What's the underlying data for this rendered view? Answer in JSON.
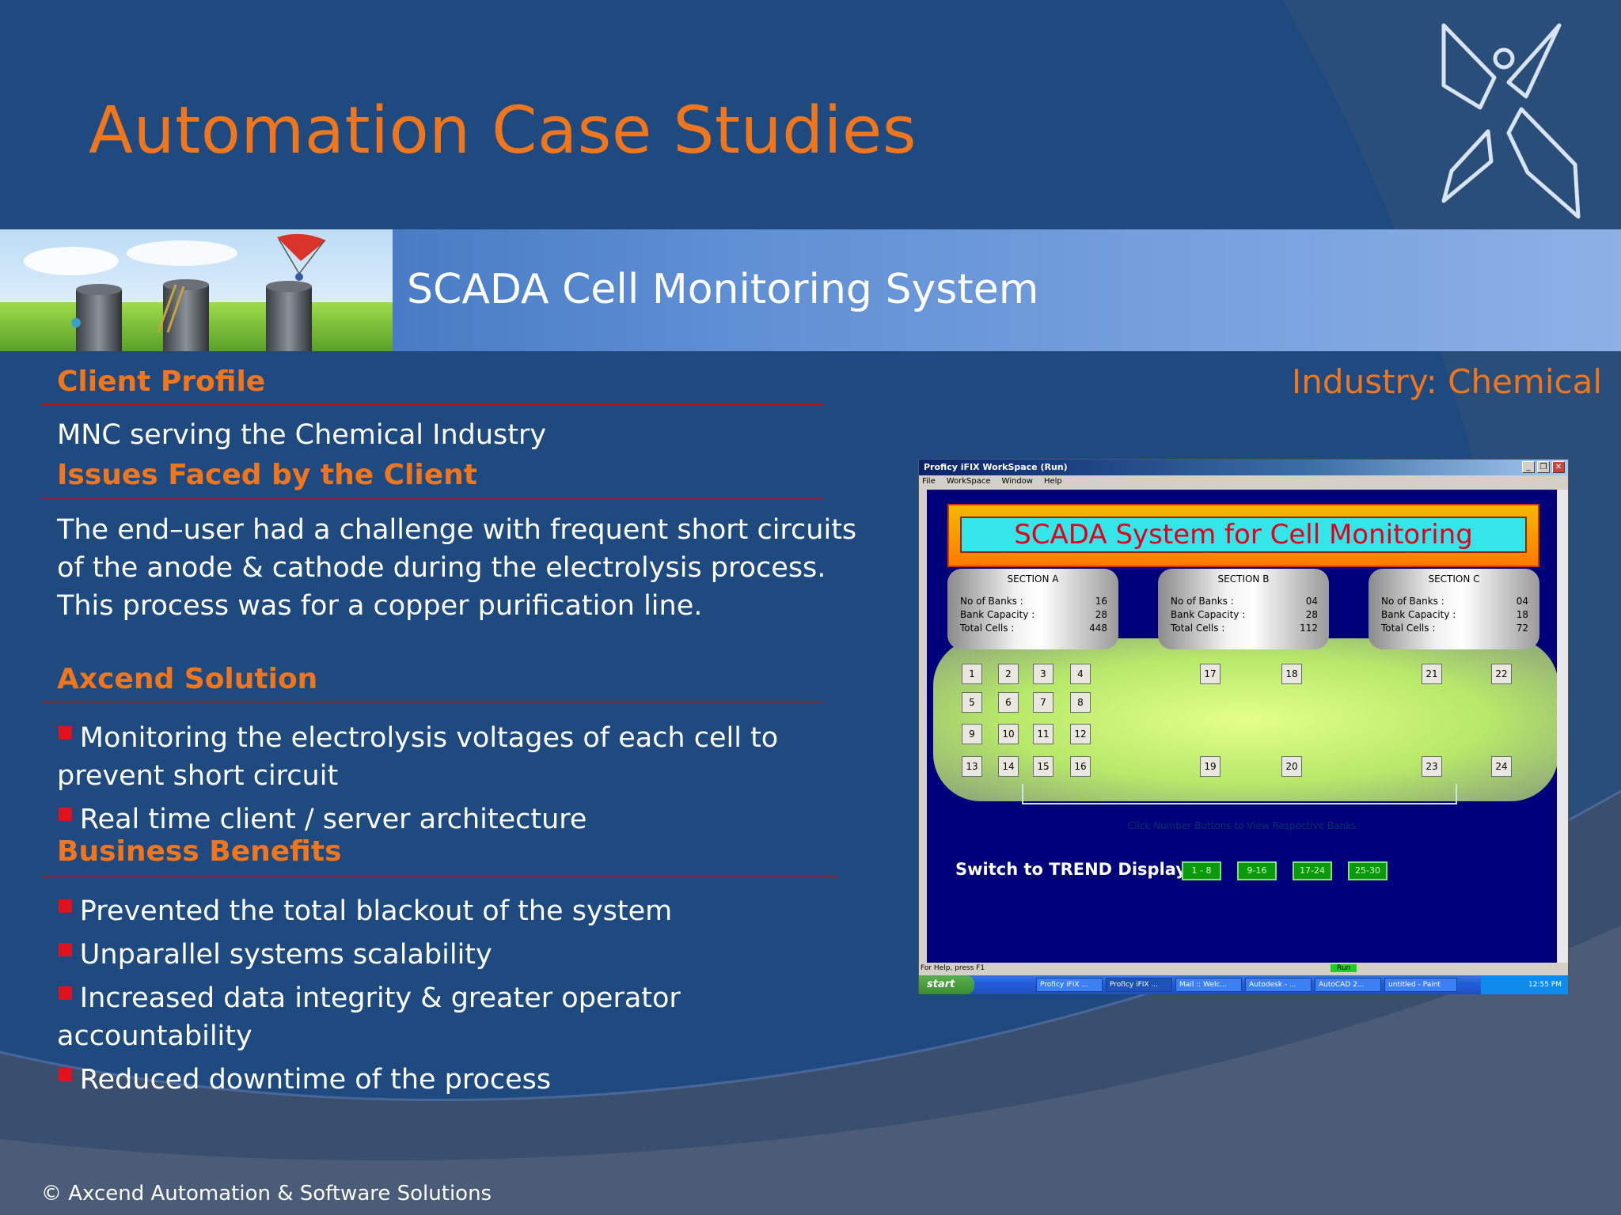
{
  "slide": {
    "title": "Automation Case Studies",
    "banner_title": "SCADA Cell Monitoring System",
    "industry": "Industry: Chemical",
    "footer": "© Axcend Automation & Software Solutions"
  },
  "colors": {
    "background": "#1f4a80",
    "accent_orange": "#f0761e",
    "rule_red": "#b0141e",
    "bullet_red": "#e0121c"
  },
  "client_profile": {
    "heading": "Client Profile",
    "text": "MNC serving the Chemical Industry"
  },
  "issues": {
    "heading": "Issues Faced by the Client",
    "lines": [
      "The end–user had a challenge with frequent short circuits",
      "of the anode & cathode during the electrolysis process.",
      "This process was for a copper purification line."
    ]
  },
  "solution": {
    "heading": "Axcend Solution",
    "bullets": [
      [
        "Monitoring the electrolysis voltages of each cell to",
        "prevent short circuit"
      ],
      [
        "Real time client / server architecture"
      ]
    ]
  },
  "benefits": {
    "heading": "Business Benefits",
    "bullets": [
      [
        "Prevented the total blackout of the system"
      ],
      [
        "Unparallel systems scalability"
      ],
      [
        "Increased data integrity & greater operator",
        "accountability"
      ],
      [
        "Reduced downtime of the process"
      ]
    ]
  },
  "screenshot": {
    "window_title": "Proficy iFIX WorkSpace (Run)",
    "menu": [
      "File",
      "WorkSpace",
      "Window",
      "Help"
    ],
    "scada_title": "SCADA System for Cell Monitoring",
    "sections": [
      {
        "name": "SECTION A",
        "rows": [
          [
            "No of Banks :",
            "16"
          ],
          [
            "Bank Capacity :",
            "28"
          ],
          [
            "Total Cells :",
            "448"
          ]
        ]
      },
      {
        "name": "SECTION B",
        "rows": [
          [
            "No of Banks :",
            "04"
          ],
          [
            "Bank Capacity :",
            "28"
          ],
          [
            "Total Cells :",
            "112"
          ]
        ]
      },
      {
        "name": "SECTION C",
        "rows": [
          [
            "No of Banks :",
            "04"
          ],
          [
            "Bank Capacity :",
            "18"
          ],
          [
            "Total Cells :",
            "72"
          ]
        ]
      }
    ],
    "bank_buttons": [
      "1",
      "2",
      "3",
      "4",
      "5",
      "6",
      "7",
      "8",
      "9",
      "10",
      "11",
      "12",
      "13",
      "14",
      "15",
      "16",
      "17",
      "18",
      "19",
      "20",
      "21",
      "22",
      "23",
      "24"
    ],
    "click_hint": "Click  Number Buttons to View Respective Banks",
    "trend_label": "Switch to TREND Display",
    "trend_buttons": [
      "1 - 8",
      "9-16",
      "17-24",
      "25-30"
    ],
    "status_text": "For Help, press F1",
    "run_badge": "Run",
    "start_label": "start",
    "taskbar_items": [
      "Proficy iFIX ...",
      "Proficy iFIX ...",
      "Mail :: Welc...",
      "Autodesk - ...",
      "AutoCAD 2...",
      "untitled - Paint"
    ],
    "clock": "12:55 PM"
  }
}
